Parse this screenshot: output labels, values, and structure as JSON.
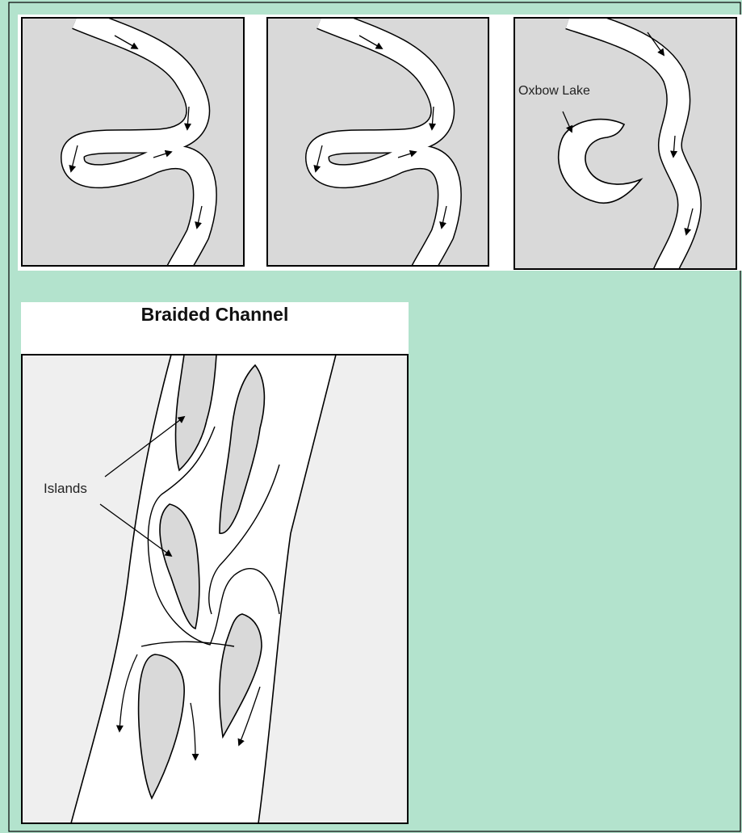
{
  "colors": {
    "background": "#b3e3cd",
    "land_gray": "#d9d9d9",
    "land_light": "#efefef",
    "water": "#ffffff",
    "outline": "#000000"
  },
  "meander": {
    "panel_count": 3,
    "oxbow_label": "Oxbow Lake"
  },
  "braided": {
    "title": "Braided Channel",
    "islands_label": "Islands"
  }
}
